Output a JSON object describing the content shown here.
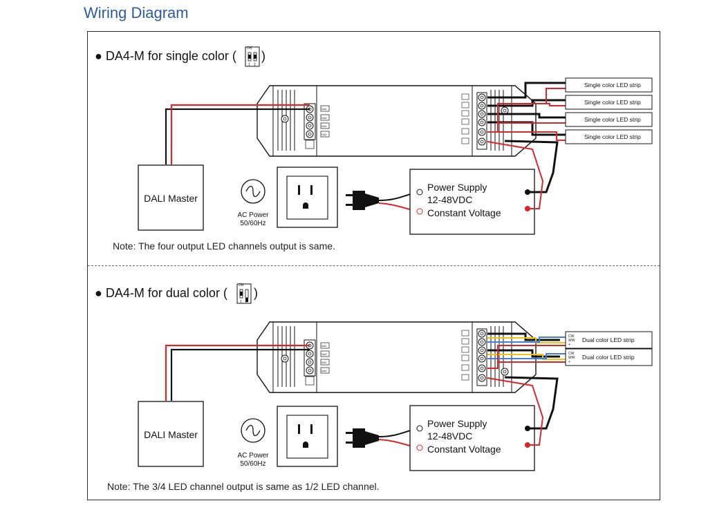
{
  "title": "Wiring Diagram",
  "sections": [
    {
      "heading": "● DA4-M for single color (",
      "heading_close": ")",
      "switch": {
        "on_label": "ON",
        "pos1": "1",
        "pos2": "2"
      },
      "dali_master": "DALI Master",
      "ac_power": [
        "AC Power",
        "50/60Hz"
      ],
      "power_supply": [
        "Power Supply",
        "12-48VDC",
        "Constant Voltage"
      ],
      "strips": [
        "Single color LED strip",
        "Single color LED strip",
        "Single color LED strip",
        "Single color LED strip"
      ],
      "dali_terminals": [
        "DA1",
        "DA2",
        "DA1",
        "DA2"
      ],
      "note": "Note: The four output LED channels output is same."
    },
    {
      "heading": "● DA4-M for dual color (",
      "heading_close": ")",
      "switch": {
        "on_label": "ON",
        "pos1": "1",
        "pos2": "2"
      },
      "dali_master": "DALI Master",
      "ac_power": [
        "AC Power",
        "50/60Hz"
      ],
      "power_supply": [
        "Power Supply",
        "12-48VDC",
        "Constant Voltage"
      ],
      "strips": [
        "Dual color LED strip",
        "Dual color LED strip"
      ],
      "strip_pins": [
        "CW",
        "WW",
        "+"
      ],
      "dali_terminals": [
        "DA1",
        "DA2",
        "DA1",
        "DA2"
      ],
      "note": "Note: The 3/4 LED channel output is same as 1/2 LED channel."
    }
  ],
  "colors": {
    "title": "#2d5c9c",
    "wire_red": "#d9262b",
    "wire_black": "#111111",
    "wire_yellow": "#f2c40f",
    "wire_blue": "#3f7fd6"
  }
}
